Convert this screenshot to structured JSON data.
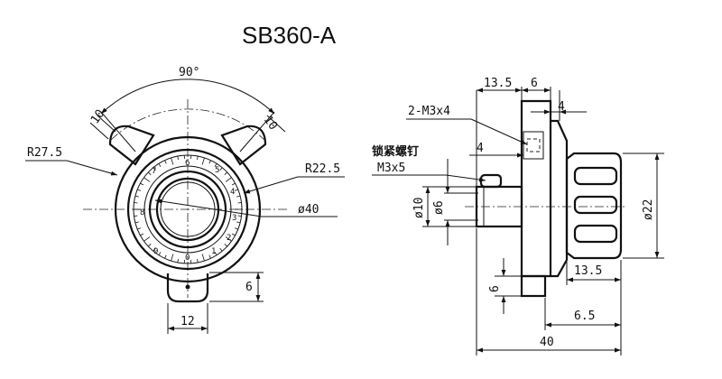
{
  "title": "SB360-A",
  "front_view": {
    "angle": "90°",
    "slot_left": "10",
    "slot_right": "10",
    "outer_radius": "R27.5",
    "inner_radius": "R22.5",
    "bore": "ø40",
    "tab_height": "6",
    "tab_width": "12",
    "scale_marks": [
      "0",
      "1",
      "2",
      "3",
      "4",
      "5",
      "6",
      "7",
      "8",
      "9"
    ]
  },
  "side_view": {
    "thickness": "13.5",
    "flange": "6",
    "offset": "4",
    "hole_label": "2-M3x4",
    "screw_name": "锁紧螺钉",
    "screw_size": "M3x5",
    "screw_offset": "4",
    "outer_dia": "ø10",
    "inner_dia": "ø6",
    "knob_dia": "ø22",
    "knob_length": "13.5",
    "tab_height": "6",
    "tab_offset": "6.5",
    "total_length": "40"
  }
}
